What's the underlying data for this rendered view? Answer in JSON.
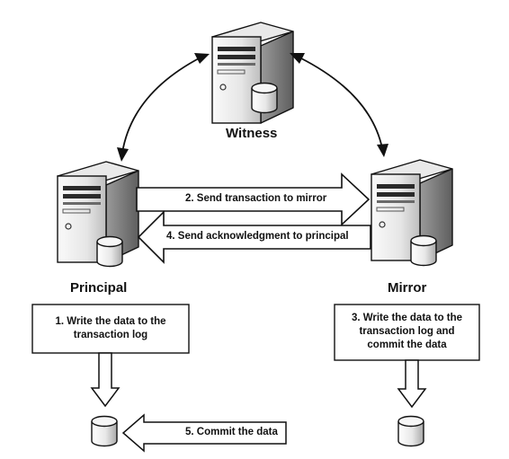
{
  "nodes": {
    "witness": {
      "label": "Witness"
    },
    "principal": {
      "label": "Principal"
    },
    "mirror": {
      "label": "Mirror"
    }
  },
  "arrows": {
    "send_transaction": "2. Send transaction to mirror",
    "send_ack": "4. Send acknowledgment to principal",
    "commit": "5. Commit the data"
  },
  "notes": {
    "step1": "1. Write the data to the transaction log",
    "step3": "3. Write the data to the transaction log and commit the data"
  },
  "colors": {
    "stroke": "#111111",
    "server_light": "#f2f2f2",
    "server_mid": "#cfcfcf",
    "server_dark": "#6e6e6e"
  }
}
